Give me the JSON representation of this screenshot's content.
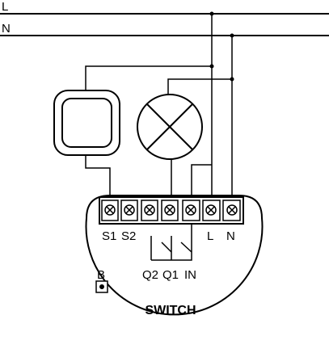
{
  "lines": {
    "l_label": "L",
    "n_label": "N"
  },
  "module": {
    "title": "SWITCH",
    "button_label": "B",
    "terminal_labels": {
      "s1": "S1",
      "s2": "S2",
      "l": "L",
      "n": "N"
    },
    "relay_labels": {
      "q2": "Q2",
      "q1": "Q1",
      "in": "IN"
    }
  },
  "colors": {
    "stroke": "#000000",
    "background": "#ffffff"
  }
}
